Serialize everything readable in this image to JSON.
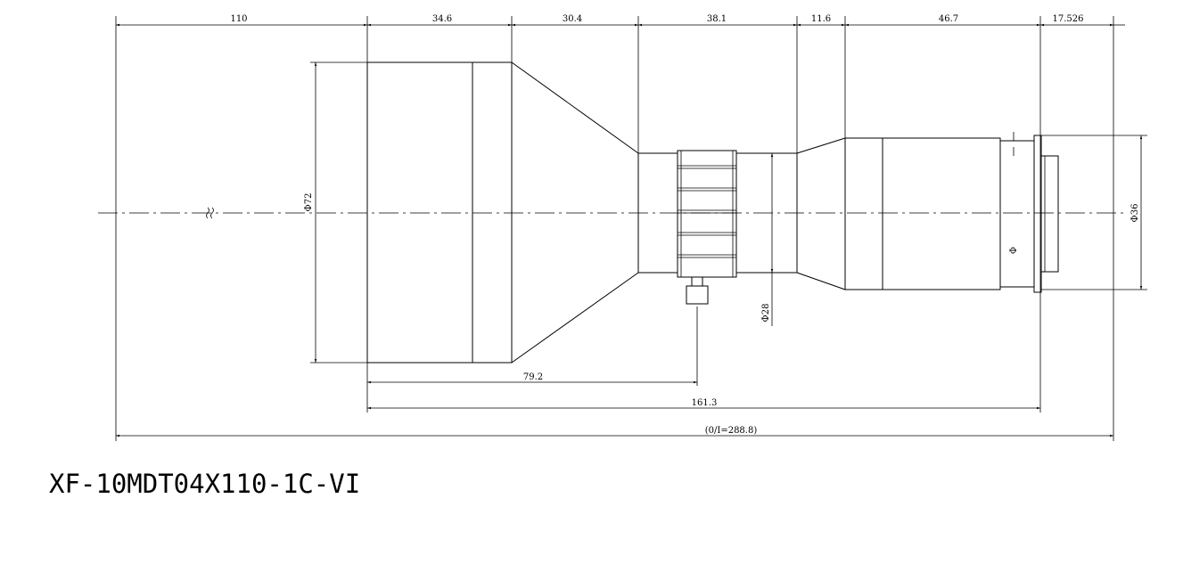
{
  "model": "XF-10MDT04X110-1C-VI",
  "dimensions": {
    "top": [
      "110",
      "34.6",
      "30.4",
      "38.1",
      "11.6",
      "46.7",
      "17.526"
    ],
    "dia_left": "Φ72",
    "dia_mid": "Φ28",
    "dia_right": "Φ36",
    "len_79": "79.2",
    "len_161": "161.3",
    "overall": "(0/I=288.8)"
  }
}
